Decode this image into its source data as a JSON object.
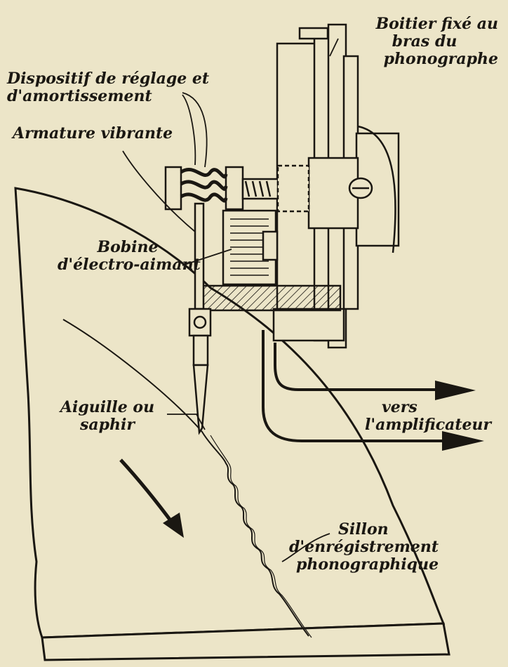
{
  "labels": {
    "boitier": [
      "Boitier fixé au",
      "bras du",
      "phonographe"
    ],
    "dispositif": [
      "Dispositif de réglage et",
      "d'amortissement"
    ],
    "armature": "Armature vibrante",
    "bobine": [
      "Bobine",
      "d'électro-aimant"
    ],
    "vers": [
      "vers",
      "l'amplificateur"
    ],
    "aiguille": [
      "Aiguille ou",
      "saphir"
    ],
    "sillon": [
      "Sillon",
      "d'enrégistrement",
      "phonographique"
    ]
  },
  "colors": {
    "paper": "#ece5c8",
    "ink": "#1a1712"
  }
}
